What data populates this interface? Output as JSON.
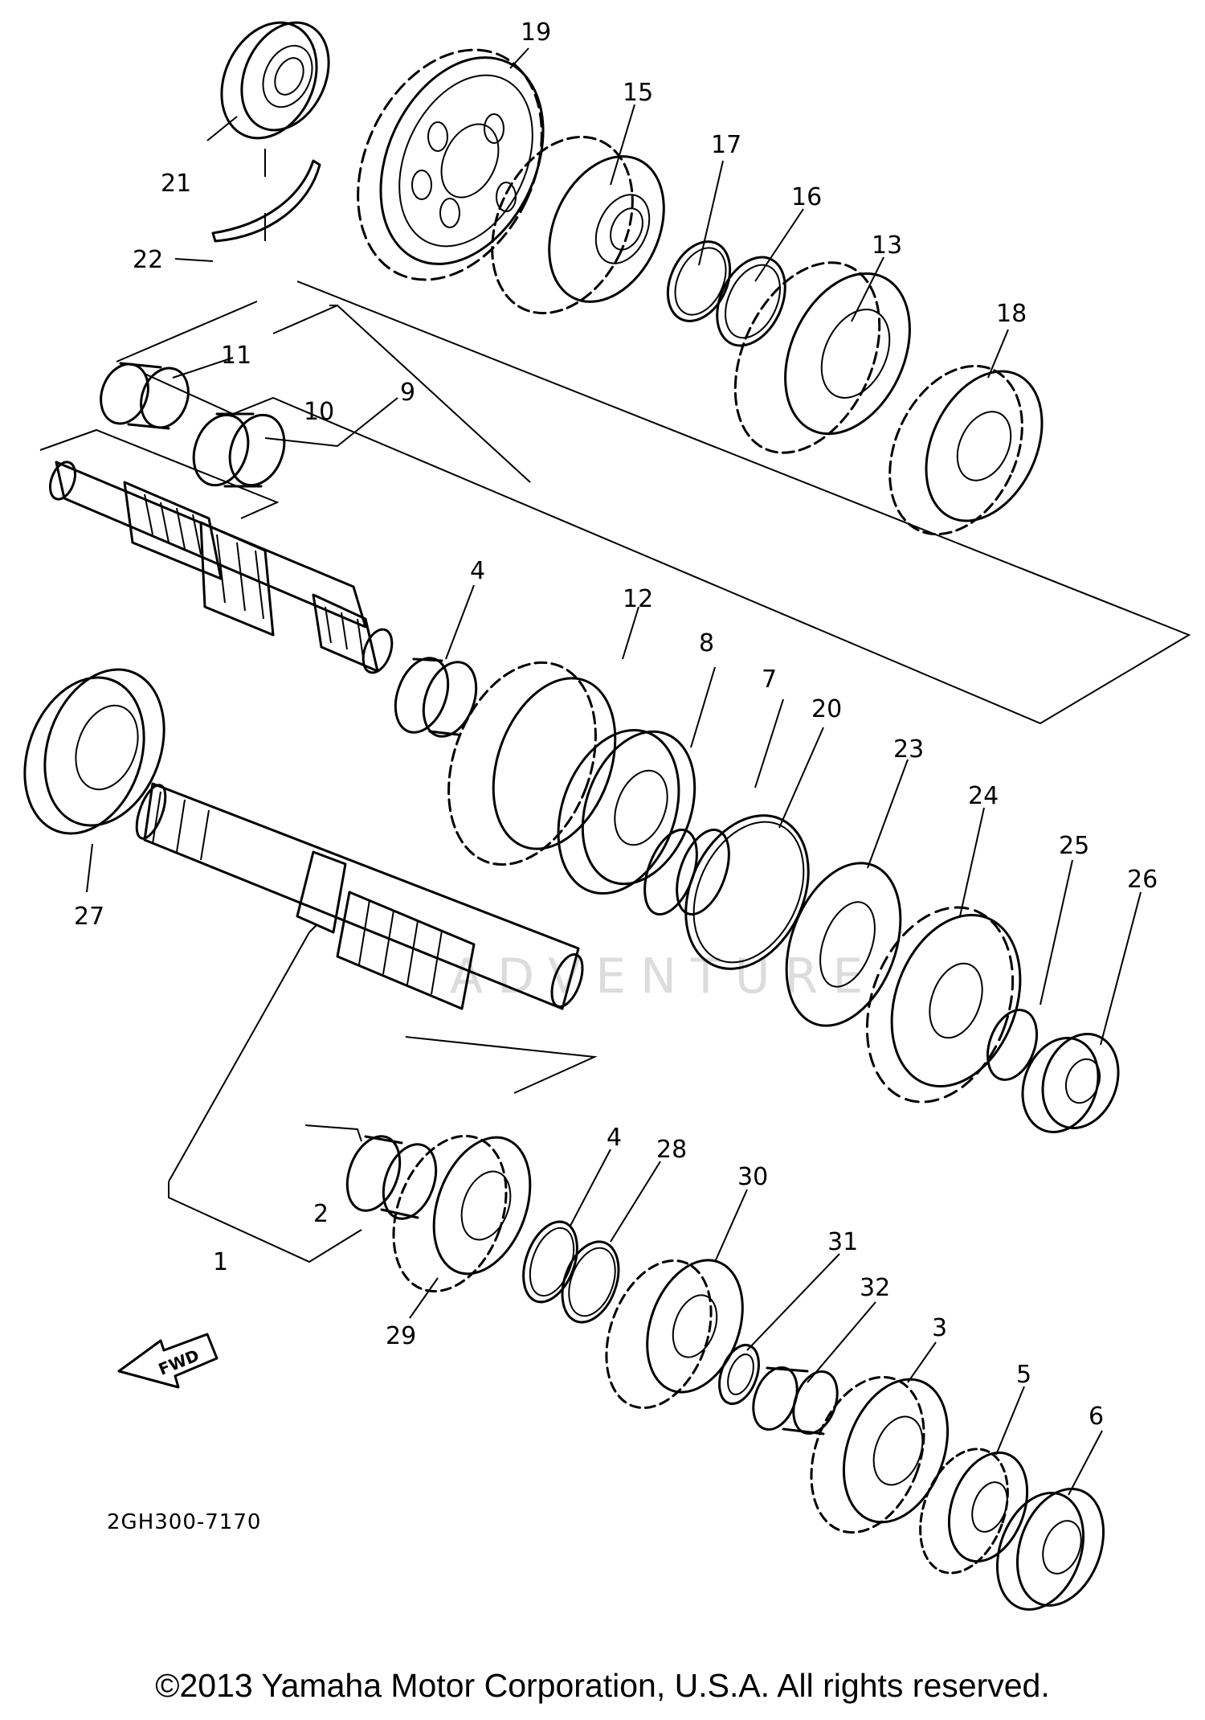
{
  "diagram_code": "2GH300-7170",
  "fwd_label": "FWD",
  "watermark": "ADVENTURE",
  "copyright": "©2013 Yamaha Motor Corporation, U.S.A. All rights reserved.",
  "callouts": [
    "1",
    "2",
    "3",
    "4",
    "4",
    "5",
    "6",
    "7",
    "8",
    "9",
    "10",
    "11",
    "12",
    "13",
    "15",
    "16",
    "17",
    "18",
    "19",
    "20",
    "21",
    "22",
    "23",
    "24",
    "25",
    "26",
    "27",
    "28",
    "29",
    "30",
    "31",
    "32"
  ]
}
